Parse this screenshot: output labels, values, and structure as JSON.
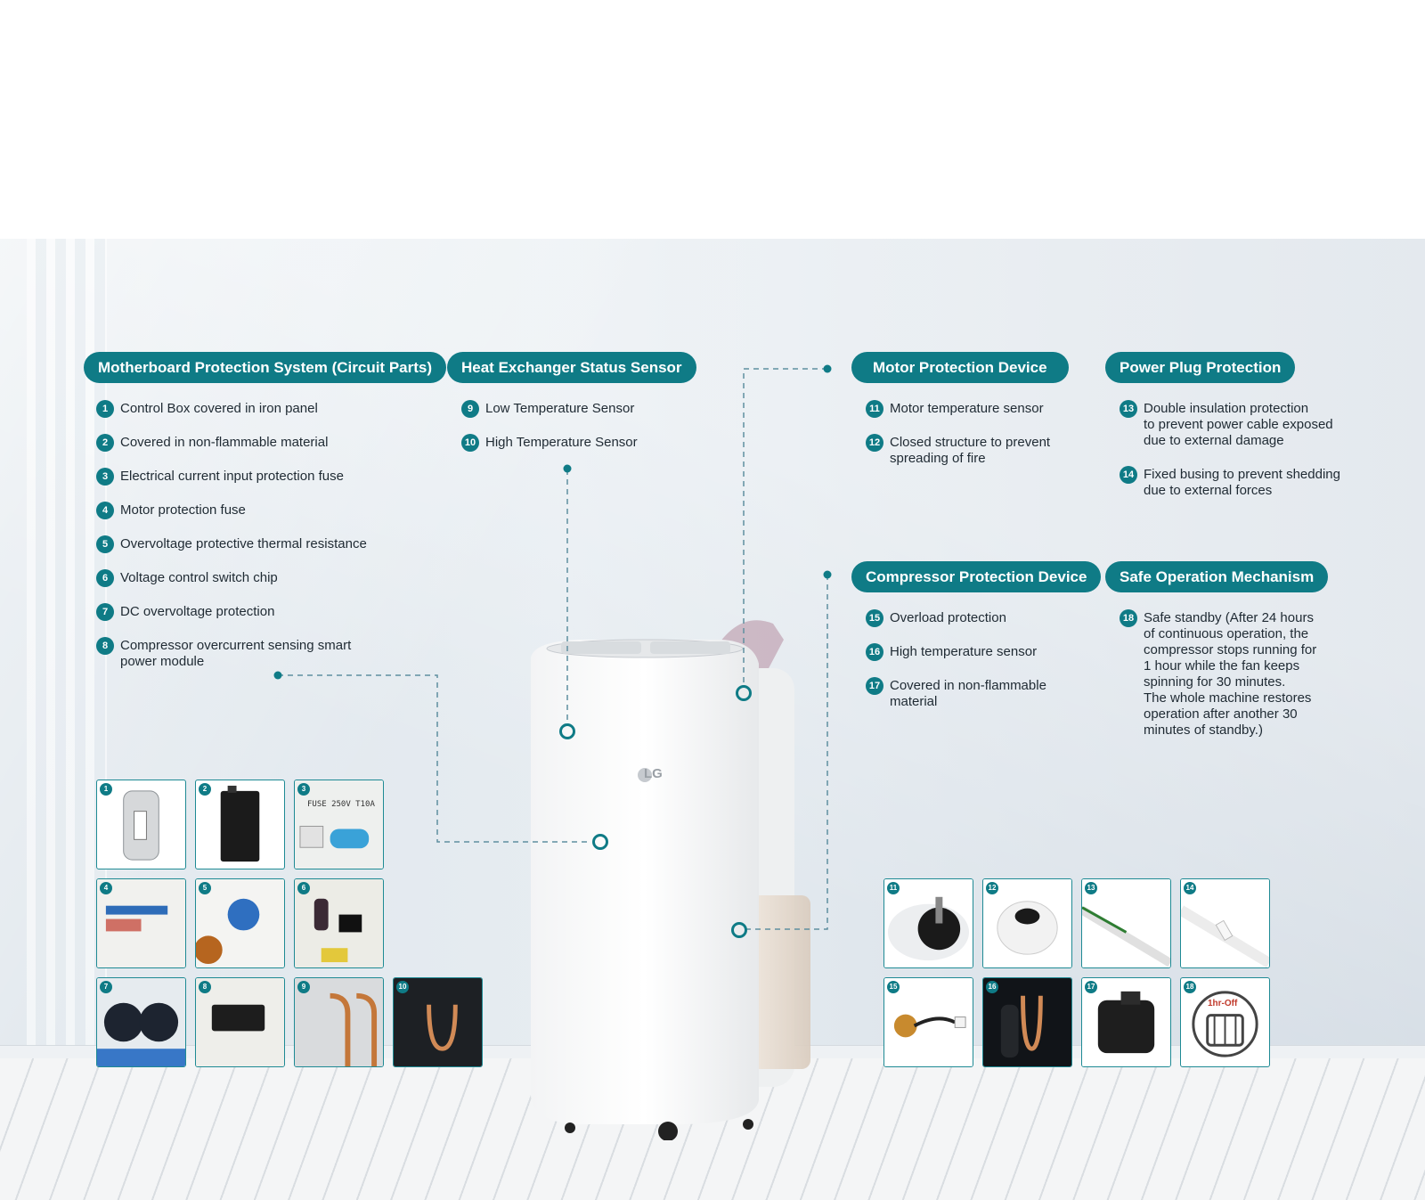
{
  "colors": {
    "accent": "#0f7b86",
    "thumb_border": "#1e8a94"
  },
  "brand": {
    "logo": "LG"
  },
  "sections": {
    "motherboard": {
      "title": "Motherboard Protection System (Circuit Parts)",
      "items": [
        {
          "num": "1",
          "text": "Control Box covered in iron panel"
        },
        {
          "num": "2",
          "text": "Covered in non-flammable material"
        },
        {
          "num": "3",
          "text": "Electrical current input protection fuse"
        },
        {
          "num": "4",
          "text": "Motor protection fuse"
        },
        {
          "num": "5",
          "text": "Overvoltage protective thermal resistance"
        },
        {
          "num": "6",
          "text": "Voltage control switch chip"
        },
        {
          "num": "7",
          "text": "DC overvoltage protection"
        },
        {
          "num": "8",
          "text": "Compressor overcurrent sensing smart\npower module"
        }
      ]
    },
    "heat_exchanger": {
      "title": "Heat Exchanger Status Sensor",
      "items": [
        {
          "num": "9",
          "text": "Low Temperature Sensor"
        },
        {
          "num": "10",
          "text": "High Temperature Sensor"
        }
      ]
    },
    "motor": {
      "title": "Motor Protection Device",
      "items": [
        {
          "num": "11",
          "text": "Motor temperature sensor"
        },
        {
          "num": "12",
          "text": "Closed structure to prevent\nspreading of fire"
        }
      ]
    },
    "power_plug": {
      "title": "Power Plug Protection",
      "items": [
        {
          "num": "13",
          "text": "Double insulation protection\nto prevent power cable exposed\ndue to external damage"
        },
        {
          "num": "14",
          "text": "Fixed busing to prevent shedding\ndue to external forces"
        }
      ]
    },
    "compressor": {
      "title": "Compressor Protection Device",
      "items": [
        {
          "num": "15",
          "text": "Overload protection"
        },
        {
          "num": "16",
          "text": "High temperature sensor"
        },
        {
          "num": "17",
          "text": "Covered in non-flammable\nmaterial"
        }
      ]
    },
    "safe_operation": {
      "title": "Safe Operation Mechanism",
      "items": [
        {
          "num": "18",
          "text": " Safe standby (After 24 hours\nof continuous operation, the\ncompressor stops running for\n1 hour while the fan keeps\nspinning for 30 minutes.\nThe whole machine restores\noperation after another 30\nminutes of standby.)"
        }
      ]
    }
  },
  "thumbnails": {
    "left": [
      "1",
      "2",
      "3",
      "4",
      "5",
      "6",
      "7",
      "8",
      "9",
      "10"
    ],
    "right": [
      "11",
      "12",
      "13",
      "14",
      "15",
      "16",
      "17",
      "18"
    ],
    "fuse_text": "FUSE 250V T10A",
    "timer_text": "1hr-Off"
  }
}
